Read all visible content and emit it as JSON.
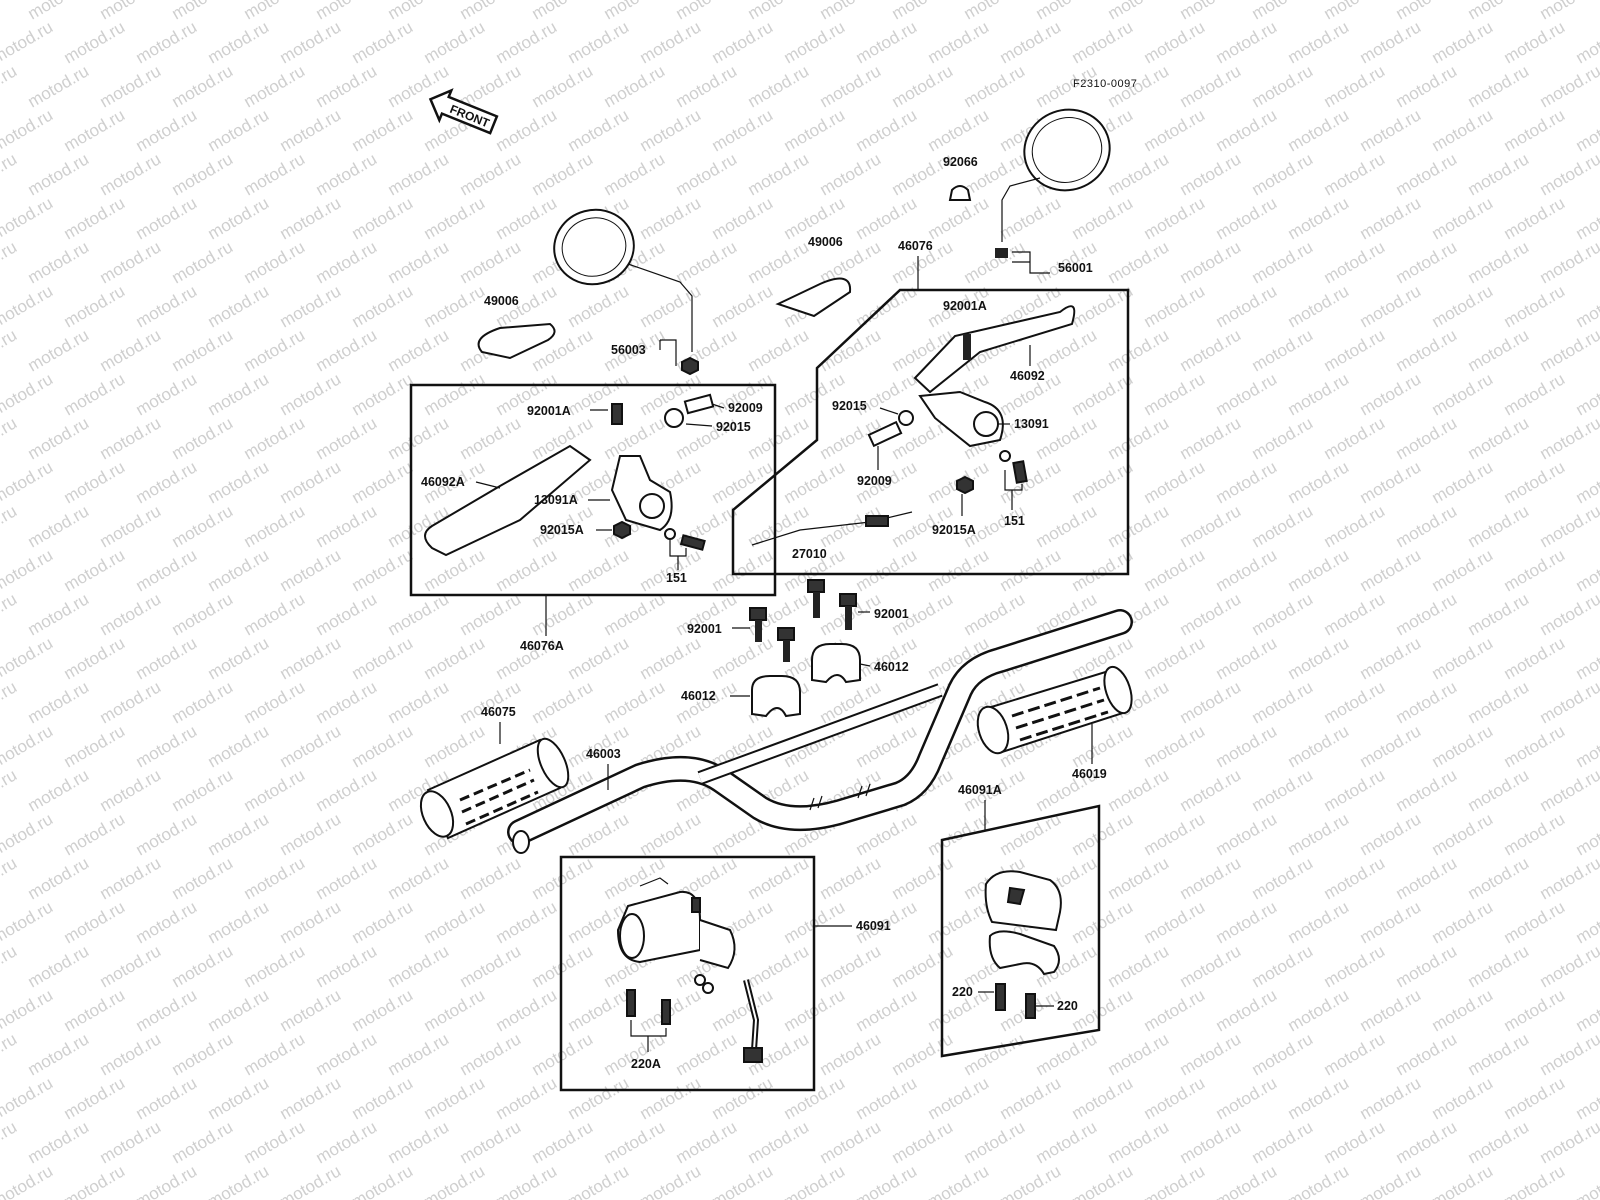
{
  "diagram": {
    "code": "F2310-0097",
    "front_label": "FRONT",
    "watermark": "motod.ru",
    "labels": {
      "p92066": "92066",
      "p49006_r": "49006",
      "p46076": "46076",
      "p56001": "56001",
      "p92001A_r": "92001A",
      "p46092": "46092",
      "p92015_r": "92015",
      "p13091": "13091",
      "p92009_r": "92009",
      "p92015A_r": "92015A",
      "p151_r": "151",
      "p27010": "27010",
      "p49006_l": "49006",
      "p56003": "56003",
      "p92001A_l": "92001A",
      "p92009_l": "92009",
      "p92015_l": "92015",
      "p46092A": "46092A",
      "p13091A": "13091A",
      "p92015A_l": "92015A",
      "p151_l": "151",
      "p46076A": "46076A",
      "p92001_a": "92001",
      "p92001_b": "92001",
      "p46012_a": "46012",
      "p46012_b": "46012",
      "p46075": "46075",
      "p46003": "46003",
      "p46019": "46019",
      "p46091A": "46091A",
      "p46091": "46091",
      "p220A": "220A",
      "p220_a": "220",
      "p220_b": "220"
    }
  }
}
